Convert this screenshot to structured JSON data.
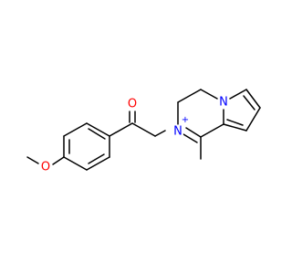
{
  "molecule": {
    "atoms": {
      "oxygen_carbonyl": "O",
      "oxygen_ether": "O",
      "nitrogen_cation": "N",
      "nitrogen_pyrrole": "N",
      "charge": "+"
    }
  },
  "colors": {
    "bond": "#000000",
    "oxygen": "#ff0000",
    "nitrogen": "#0000ff",
    "background": "#ffffff"
  }
}
